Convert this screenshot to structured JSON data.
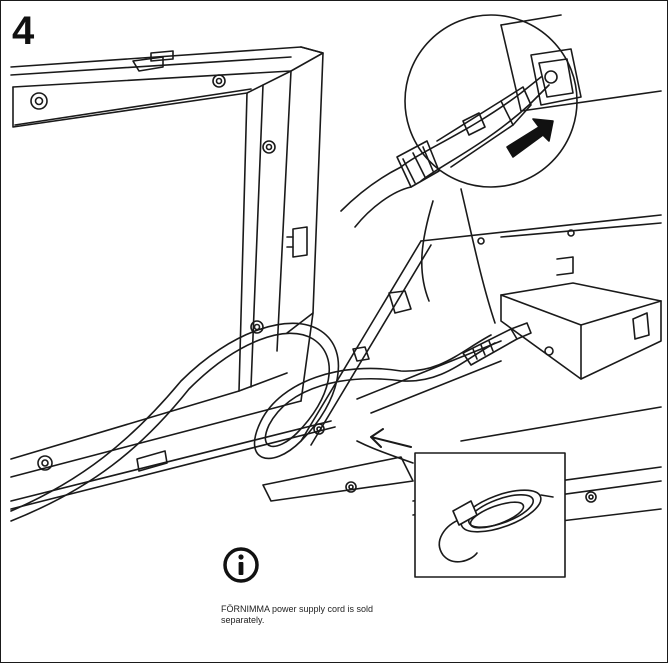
{
  "step": {
    "number": "4"
  },
  "note": {
    "line1": "FÖRNIMMA power supply cord is sold",
    "line2": "separately."
  },
  "icons": {
    "info": "info-icon",
    "arrow": "push-arrow-icon",
    "cord": "power-cord-coil-icon"
  },
  "colors": {
    "ink": "#1a1a1a",
    "fill": "#ffffff",
    "accent": "#111111"
  }
}
